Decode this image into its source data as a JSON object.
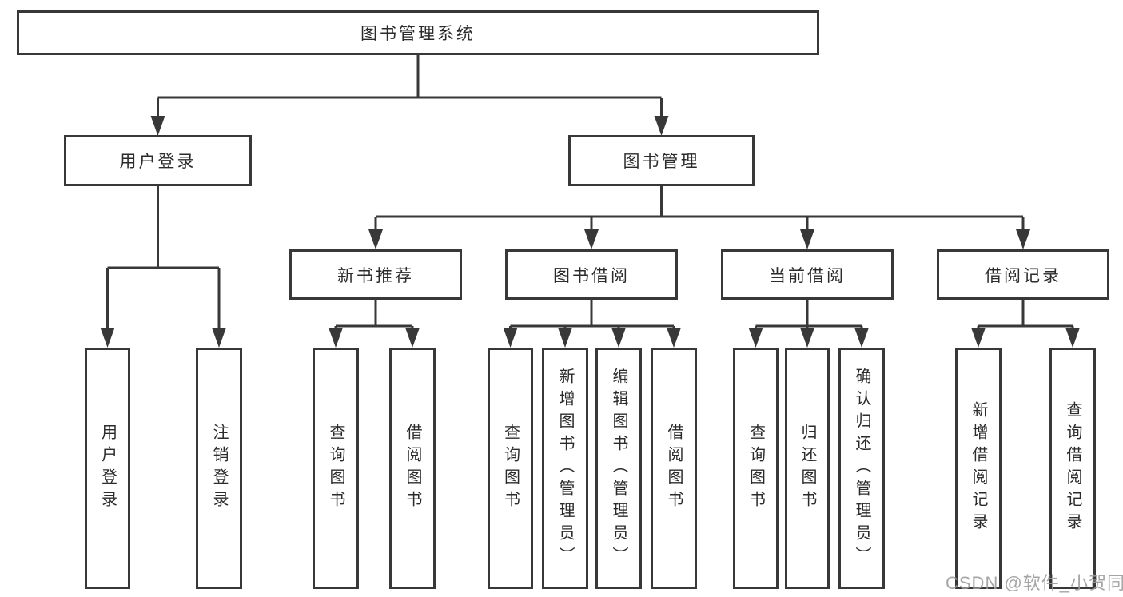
{
  "nodes": {
    "root": "图书管理系统",
    "l2": [
      "用户登录",
      "图书管理"
    ],
    "l3": [
      "新书推荐",
      "图书借阅",
      "当前借阅",
      "借阅记录"
    ],
    "leaves": [
      [
        "用户登录",
        "注销登录"
      ],
      [
        "查询图书",
        "借阅图书"
      ],
      [
        "查询图书",
        "新增图书（管理员）",
        "编辑图书（管理员）",
        "借阅图书"
      ],
      [
        "查询图书",
        "归还图书",
        "确认归还（管理员）"
      ],
      [
        "新增借阅记录",
        "查询借阅记录"
      ]
    ]
  },
  "watermark": "CSDN @软件_小贺同学",
  "colors": {
    "line": "#383838",
    "text": "#2b2b2b",
    "watermark": "#9c9c9c",
    "background": "#ffffff"
  }
}
